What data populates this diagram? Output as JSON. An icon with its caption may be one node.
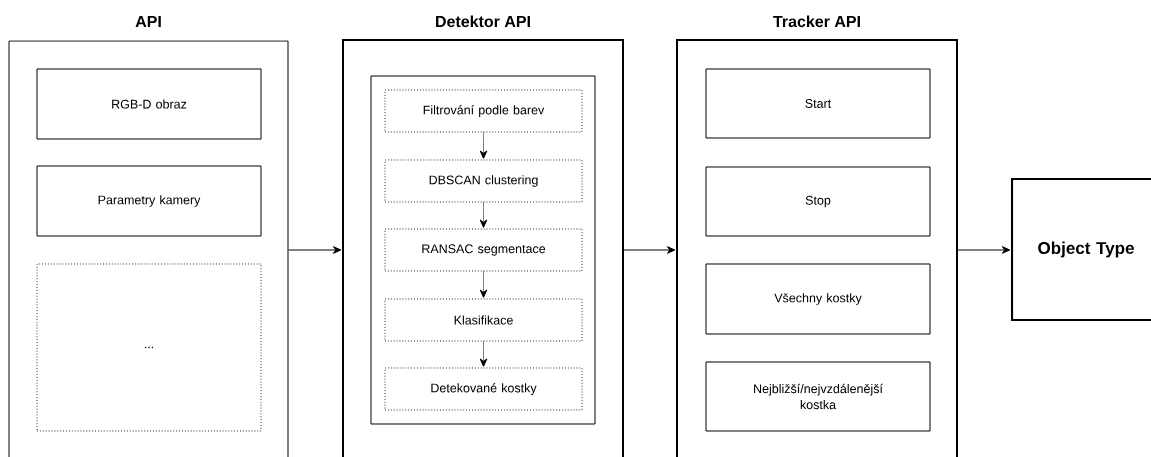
{
  "diagram": {
    "nodes": [
      {
        "text": [
          "API"
        ]
      },
      {
        "text": [
          "RGB-D obraz"
        ],
        "in": 0
      },
      {
        "text": [
          "Parametry kamery"
        ],
        "in": 0
      },
      {
        "text": [
          "..."
        ],
        "in": 0
      },
      {
        "text": [
          "Detektor API"
        ]
      },
      {
        "text": [],
        "shape": "box",
        "in": 4
      },
      {
        "text": [
          "Filtrování podle barev"
        ],
        "in": 5
      },
      {
        "text": [
          "DBSCAN clustering"
        ],
        "in": 5
      },
      {
        "text": [
          "RANSAC segmentace"
        ],
        "in": 5
      },
      {
        "text": [
          "Klasifikace"
        ],
        "in": 5
      },
      {
        "text": [
          "Detekované kostky"
        ],
        "in": 5
      },
      {
        "text": [
          "Tracker API"
        ]
      },
      {
        "text": [
          "Start"
        ],
        "in": 11
      },
      {
        "text": [
          "Stop"
        ],
        "in": 11
      },
      {
        "text": [
          "Všechny kostky"
        ],
        "in": 11
      },
      {
        "text": [
          "Nejbližší/nejvzdálenější kostka"
        ],
        "in": 11
      },
      {
        "text": [
          "Object Type"
        ]
      }
    ],
    "edges": [
      {
        "from": 0,
        "to": 4,
        "arrow": "to"
      },
      {
        "from": 4,
        "to": 11,
        "arrow": "to"
      },
      {
        "from": 11,
        "to": 16,
        "arrow": "to"
      },
      {
        "from": 6,
        "to": 7,
        "arrow": "to",
        "style": "dashed"
      },
      {
        "from": 7,
        "to": 8,
        "arrow": "to",
        "style": "dashed"
      },
      {
        "from": 8,
        "to": 9,
        "arrow": "to",
        "style": "dashed"
      },
      {
        "from": 9,
        "to": 10,
        "arrow": "to",
        "style": "dashed"
      }
    ]
  }
}
